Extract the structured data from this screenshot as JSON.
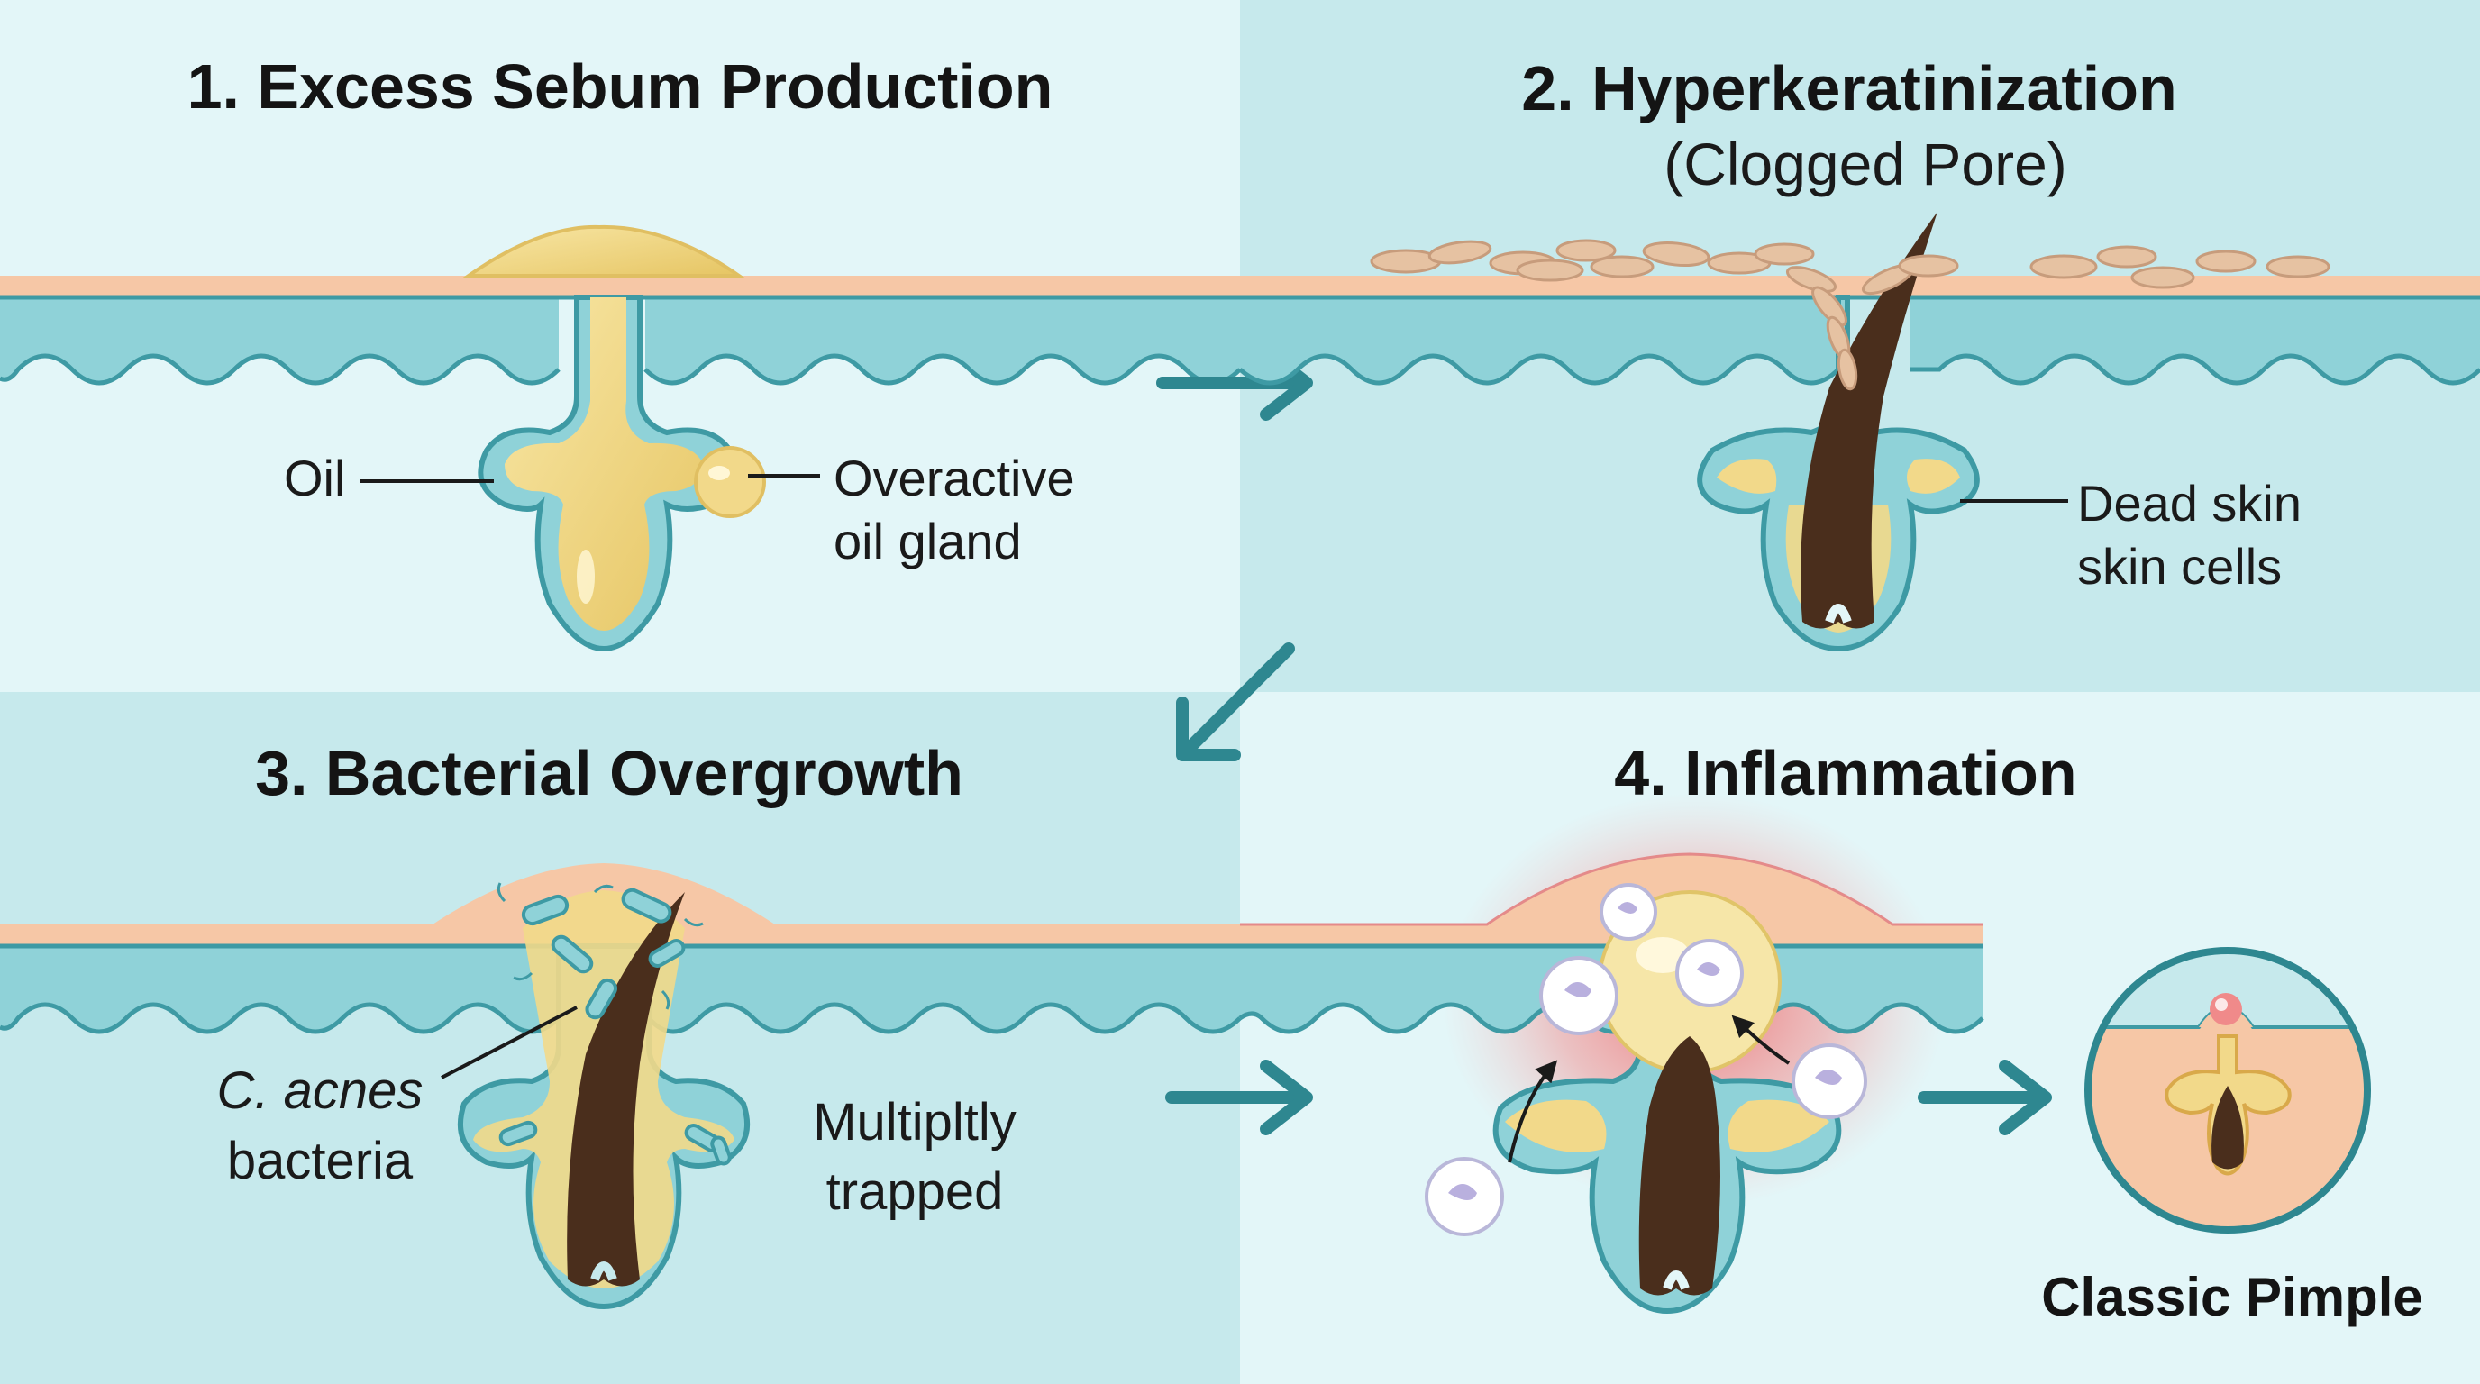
{
  "panels": [
    {
      "title": "1. Excess Sebum Production"
    },
    {
      "title": "2. Hyperkeratinization",
      "subtitle": "(Clogged Pore)"
    },
    {
      "title": "3. Bacterial Overgrowth"
    },
    {
      "title": "4. Inflammation"
    }
  ],
  "labels": {
    "oil": "Oil",
    "overactive_line1": "Overactive",
    "overactive_line2": "oil gland",
    "dead_skin_line1": "Dead skin",
    "dead_skin_line2": "skin cells",
    "cacnes_line1": "C. acnes",
    "cacnes_line2": "bacteria",
    "multiply_line1": "Multipltly",
    "multiply_line2": "trapped",
    "classic_pimple": "Classic Pimple"
  },
  "colors": {
    "panel_light": "#e3f6f8",
    "panel_mid": "#c6e9ec",
    "dermis": "#8fd2d8",
    "outline": "#3e9aa4",
    "epidermis": "#f6c7a6",
    "sebum": "#f2d98a",
    "hair": "#4a2e1c",
    "arrow": "#2e8790",
    "inflammation": "#f26d6d"
  },
  "icons": [
    "arrow-right-icon",
    "arrow-down-left-icon",
    "white-blood-cell-icon",
    "bacteria-icon"
  ]
}
